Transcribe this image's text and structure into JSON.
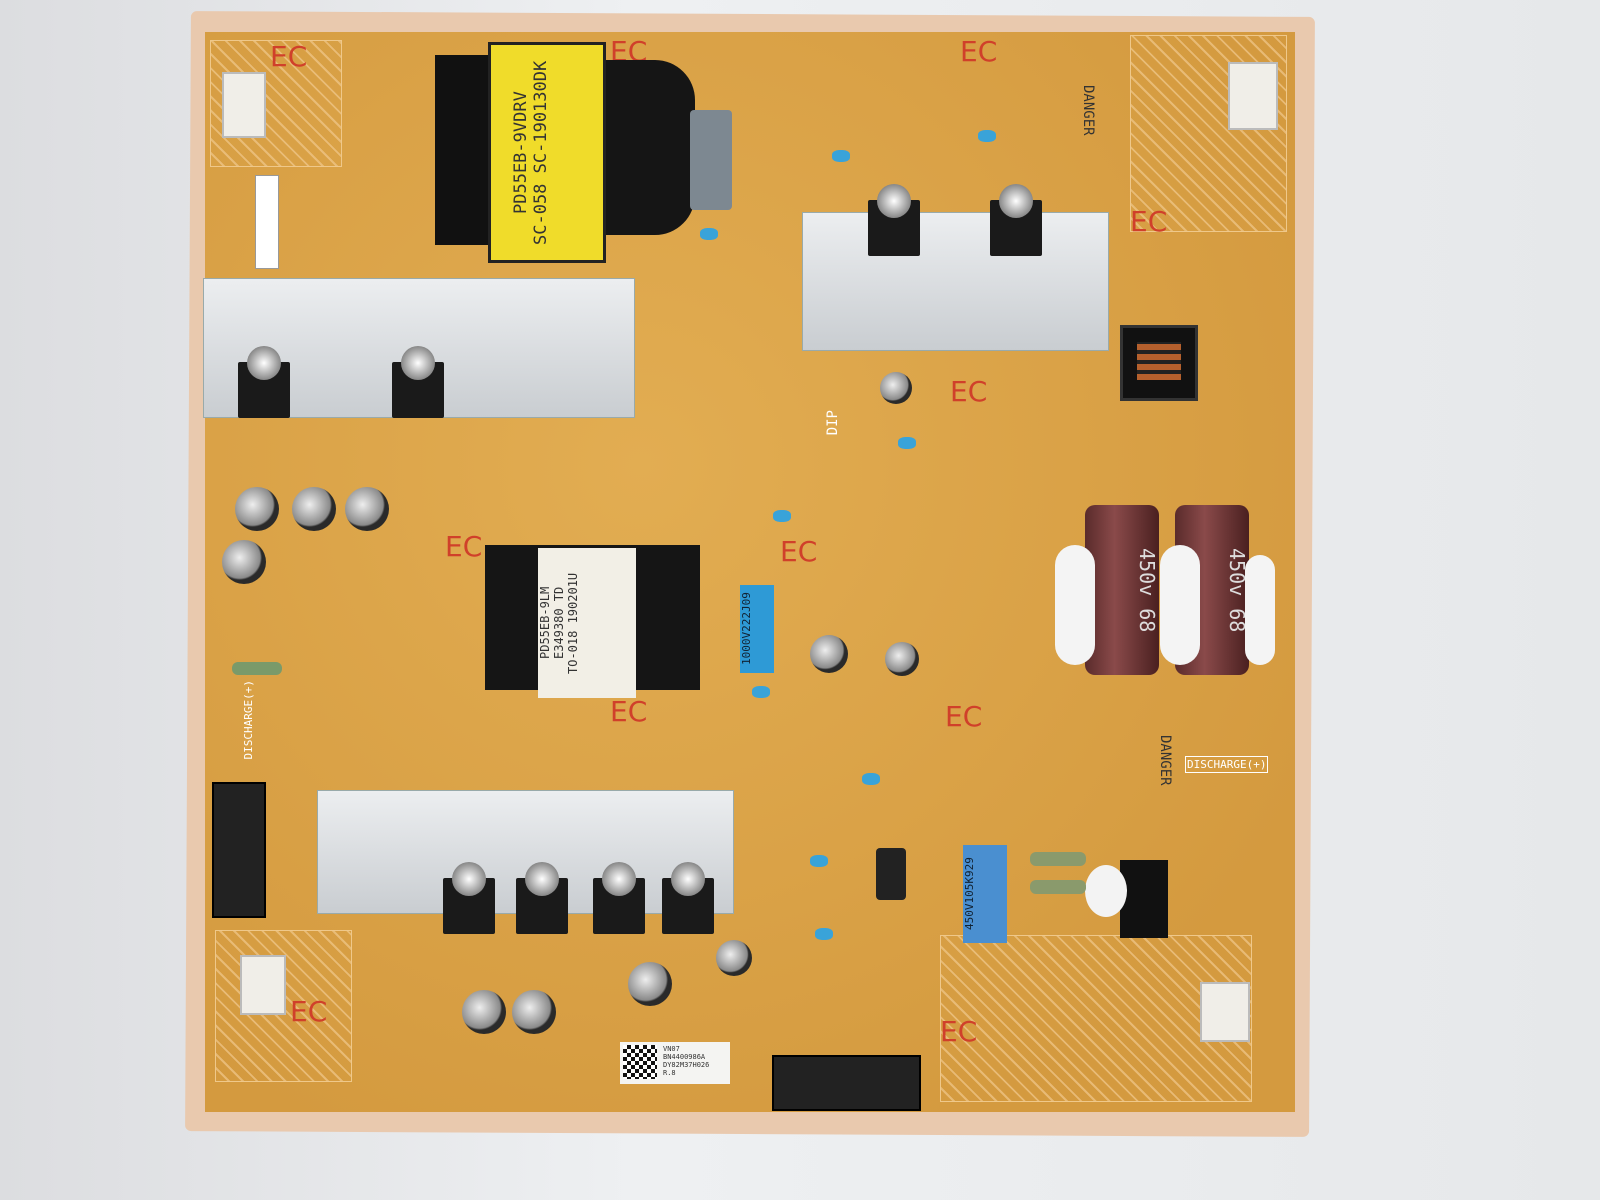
{
  "transformer_main": {
    "line1": "PD55EB-9VDRV",
    "line2": "SC-058 SC-190130DK"
  },
  "transformer_aux": {
    "line1": "PD55EB-9LM",
    "line2": "E349380 TD",
    "line3": "TO-018 190201U"
  },
  "film_cap_1": "1000V222J09",
  "film_cap_2": "450V105K929",
  "bulk_caps": [
    {
      "voltage": "450v",
      "value": "68"
    },
    {
      "voltage": "450v",
      "value": "68"
    }
  ],
  "warnings": {
    "danger": "DANGER",
    "discharge": "DISCHARGE(+)",
    "dip": "DIP",
    "ec": "EC"
  },
  "label": {
    "l1": "VN07",
    "l2": "BN4400986A",
    "l3": "DY82M37H026",
    "l4": "R.8"
  },
  "colors": {
    "board": "#dba449",
    "heatsink": "#d6d9dc",
    "ec_mark": "#d0402a"
  }
}
